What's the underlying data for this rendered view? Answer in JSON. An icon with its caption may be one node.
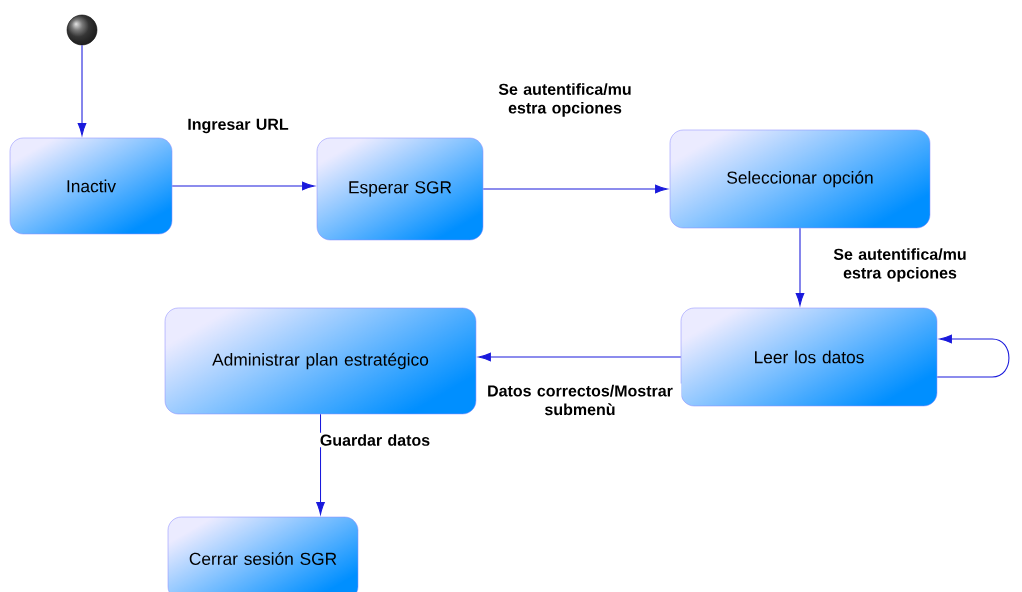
{
  "diagram": {
    "nodes": [
      {
        "text": [],
        "shape": "circle"
      },
      {
        "text": [
          "Inactiv"
        ]
      },
      {
        "text": [
          "Esperar SGR"
        ]
      },
      {
        "text": [
          "Seleccionar opción"
        ]
      },
      {
        "text": [
          "Leer los datos"
        ]
      },
      {
        "text": [
          "Administrar plan estratégico"
        ]
      },
      {
        "text": [
          "Cerrar sesión SGR"
        ]
      }
    ],
    "edges": [
      {
        "from": 0,
        "to": 1,
        "arrow": "to"
      },
      {
        "from": 1,
        "to": 2,
        "arrow": "to",
        "label": "Ingresar URL"
      },
      {
        "from": 2,
        "to": 3,
        "arrow": "to",
        "label": "Se autentifica/mu estra opciones"
      },
      {
        "from": 3,
        "to": 4,
        "arrow": "to",
        "label": "Se autentifica/mu estra opciones"
      },
      {
        "from": 4,
        "to": 4,
        "arrow": "to"
      },
      {
        "from": 4,
        "to": 5,
        "arrow": "to",
        "label": "Datos correctos/Mostrar submenù"
      },
      {
        "from": 5,
        "to": 6,
        "arrow": "to",
        "label": "Guardar datos"
      }
    ]
  }
}
